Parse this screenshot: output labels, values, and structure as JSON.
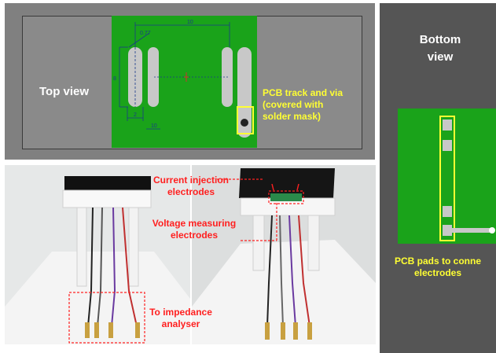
{
  "top_panel": {
    "label": "Top view",
    "annotation": [
      "PCB track and via",
      "(covered with",
      "solder mask)"
    ],
    "dims": {
      "d1": "0.77",
      "d2": "10",
      "d3": "8",
      "d4": "2",
      "d5": "10"
    }
  },
  "photo_panel": {
    "current_label": [
      "Current injection",
      "electrodes"
    ],
    "voltage_label": [
      "Voltage measuring",
      "electrodes"
    ],
    "impedance_label": [
      "To impedance",
      "analyser"
    ]
  },
  "bottom_panel": {
    "title": [
      "Bottom",
      "view"
    ],
    "annotation": [
      "PCB pads to conne",
      "electrodes"
    ]
  },
  "colors": {
    "pcb_green": "#1aa31a",
    "annotation_yellow": "#ffff33",
    "annotation_red": "#ff2020",
    "panel_gray": "#808080",
    "dark_panel": "#555555"
  }
}
